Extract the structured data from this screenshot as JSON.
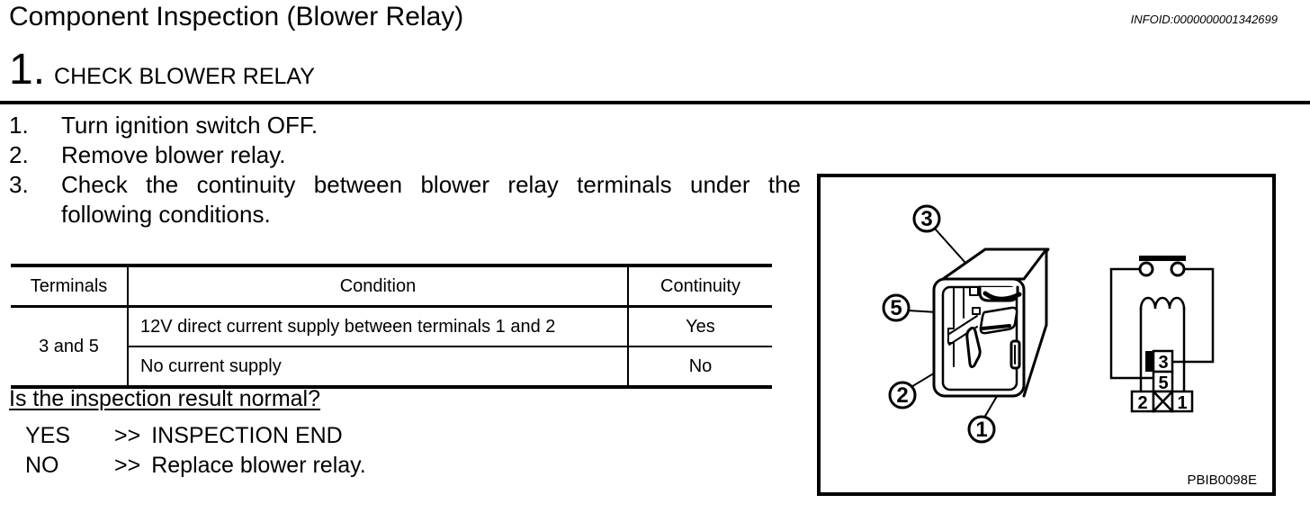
{
  "page": {
    "title": "Component Inspection (Blower Relay)",
    "infoid": "INFOID:0000000001342699"
  },
  "section": {
    "number": "1.",
    "title": "CHECK BLOWER RELAY"
  },
  "steps": [
    {
      "num": "1.",
      "text": "Turn ignition switch OFF."
    },
    {
      "num": "2.",
      "text": "Remove blower relay."
    },
    {
      "num": "3.",
      "text": "Check the continuity between blower relay terminals under the following conditions."
    }
  ],
  "table": {
    "headers": [
      "Terminals",
      "Condition",
      "Continuity"
    ],
    "terminals": "3 and 5",
    "rows": [
      {
        "condition": "12V direct current supply between terminals 1 and 2",
        "continuity": "Yes"
      },
      {
        "condition": "No current supply",
        "continuity": "No"
      }
    ]
  },
  "question": "Is the inspection result normal?",
  "results": [
    {
      "label": "YES",
      "arrow": ">>",
      "action": "INSPECTION END"
    },
    {
      "label": "NO",
      "arrow": ">>",
      "action": "Replace blower relay."
    }
  ],
  "figure": {
    "id": "PBIB0098E",
    "callouts": {
      "c3": "3",
      "c5": "5",
      "c2": "2",
      "c1": "1"
    },
    "pins": {
      "p3": "3",
      "p5": "5",
      "p2": "2",
      "p1": "1"
    }
  },
  "colors": {
    "ink": "#000000",
    "paper": "#ffffff"
  }
}
